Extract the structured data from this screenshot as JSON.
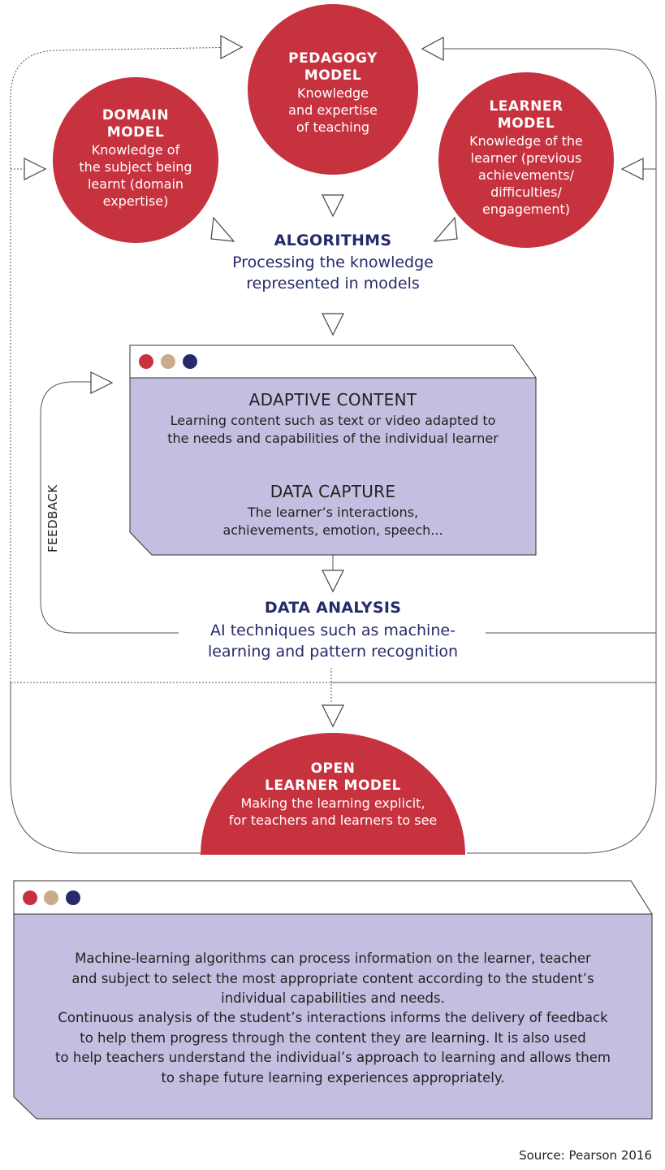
{
  "colors": {
    "model_red": "#c7323f",
    "navy": "#262a6b",
    "lavender": "#c3bfe1",
    "tan": "#c9ac8c",
    "line_gray": "#555555"
  },
  "window_dots": [
    "red",
    "tan",
    "navy"
  ],
  "domain_model": {
    "title": "DOMAIN\nMODEL",
    "description": "Knowledge of\nthe subject being\nlearnt (domain\nexpertise)"
  },
  "pedagogy_model": {
    "title": "PEDAGOGY\nMODEL",
    "description": "Knowledge\nand expertise\nof teaching"
  },
  "learner_model": {
    "title": "LEARNER\nMODEL",
    "description": "Knowledge of the\nlearner (previous\nachievements/\ndifficulties/\nengagement)"
  },
  "algorithms": {
    "title": "ALGORITHMS",
    "description": "Processing the knowledge\nrepresented in models"
  },
  "adaptive_content": {
    "title": "ADAPTIVE CONTENT",
    "description": "Learning content such as text or video adapted to\nthe needs and capabilities of the individual learner"
  },
  "data_capture": {
    "title": "DATA CAPTURE",
    "description": "The learner’s interactions,\nachievements, emotion, speech..."
  },
  "feedback_label": "FEEDBACK",
  "data_analysis": {
    "title": "DATA ANALYSIS",
    "description": "AI techniques such as machine-\nlearning and pattern recognition"
  },
  "open_learner_model": {
    "title": "OPEN\nLEARNER MODEL",
    "description": "Making the learning explicit,\nfor teachers and learners to see"
  },
  "summary": {
    "paragraph_1": "Machine-learning algorithms can process information on the learner, teacher\nand subject to select the most appropriate content according to the student’s\nindividual capabilities and needs.",
    "paragraph_2": "Continuous analysis of the student’s interactions informs the delivery of feedback\nto help them progress through the content they are learning. It is also used\nto help teachers understand the individual’s approach to learning and allows them\nto shape future learning experiences appropriately."
  },
  "source": "Source: Pearson 2016"
}
